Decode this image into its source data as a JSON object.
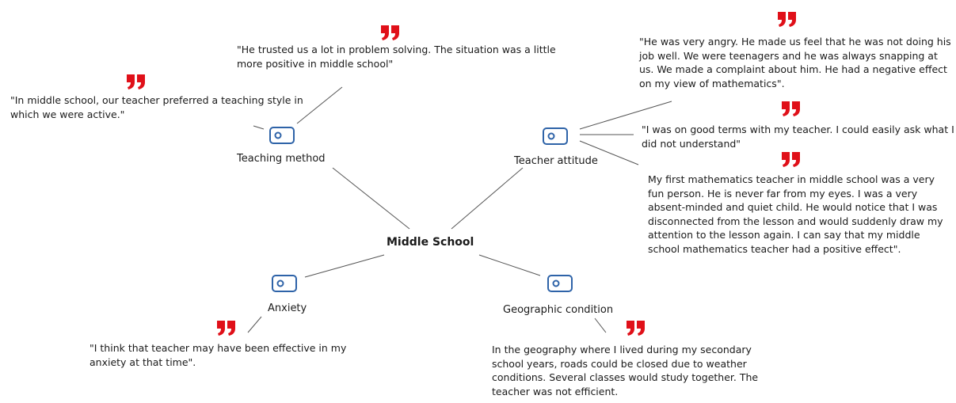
{
  "center": {
    "label": "Middle School"
  },
  "colors": {
    "icon": "#2e63a8",
    "quote": "#e01019",
    "line": "#555555"
  },
  "codes": {
    "teaching_method": {
      "label": "Teaching method",
      "icon": "document-code-icon"
    },
    "teacher_attitude": {
      "label": "Teacher attitude",
      "icon": "document-code-icon"
    },
    "anxiety": {
      "label": "Anxiety",
      "icon": "document-code-icon"
    },
    "geographic_condition": {
      "label": "Geographic condition",
      "icon": "document-code-icon"
    }
  },
  "quotes": {
    "tm_1": "\"In middle school, our teacher preferred a teaching style in which we were active.\"",
    "tm_2": "\"He trusted us a lot in problem solving. The situation was a little more positive in middle school\"",
    "ta_1": "\"He was very angry. He made us feel that he was not doing his job well. We were teenagers and he was always snapping at us. We made a complaint about him. He had a negative effect on my view of mathematics\".",
    "ta_2": "\"I was on good terms with my teacher. I could easily ask what I did not understand\"",
    "ta_3": "My first mathematics teacher in middle school was a very fun person. He is never far from my eyes. I was a very absent-minded and quiet child. He would notice that I was disconnected from the lesson and would suddenly draw my attention to the lesson again. I can say that my middle school mathematics teacher had a positive effect\".",
    "anx_1": "\"I think that teacher may have been effective in my anxiety at that time\".",
    "geo_1": "In the geography where I lived during my secondary school years, roads could be closed due to weather conditions. Several classes would study together. The teacher was not efficient."
  }
}
